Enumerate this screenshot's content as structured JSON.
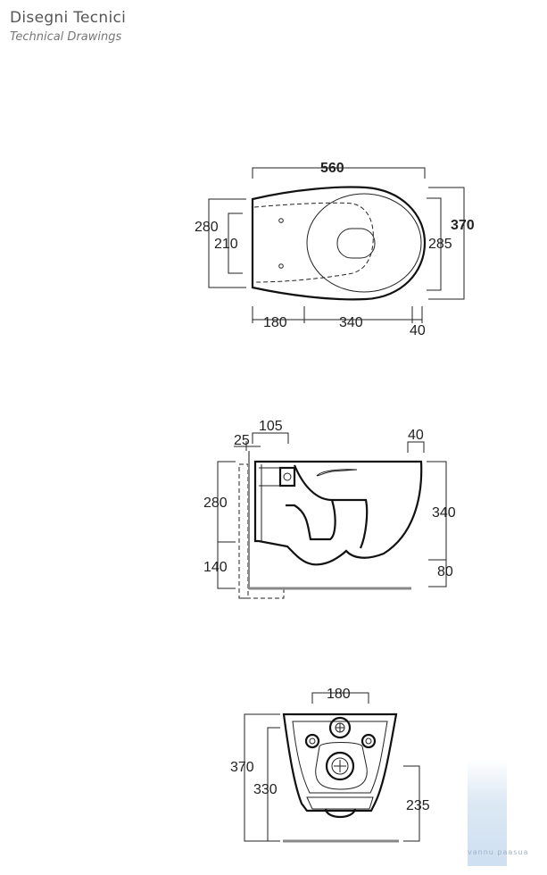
{
  "header": {
    "title": "Disegni Tecnici",
    "subtitle": "Technical Drawings"
  },
  "top_view": {
    "dims": {
      "overall_length": "560",
      "overall_width": "370",
      "seat_width": "285",
      "fixing_height": "280",
      "fixing_inner": "210",
      "fixing_offset": "180",
      "bowl_length": "340",
      "front_offset": "40"
    }
  },
  "side_view": {
    "dims": {
      "inlet_depth": "105",
      "wall_gap": "25",
      "front_lip": "40",
      "fixing_height": "280",
      "bowl_height": "340",
      "floor_clearance": "140",
      "base_height": "80"
    }
  },
  "rear_view": {
    "dims": {
      "hole_spacing": "180",
      "overall_height": "370",
      "body_height": "330",
      "outlet_height": "235"
    }
  },
  "watermark": {
    "text": "vannu paasua"
  },
  "colors": {
    "line": "#222222",
    "floor": "#999999",
    "text": "#222222"
  }
}
